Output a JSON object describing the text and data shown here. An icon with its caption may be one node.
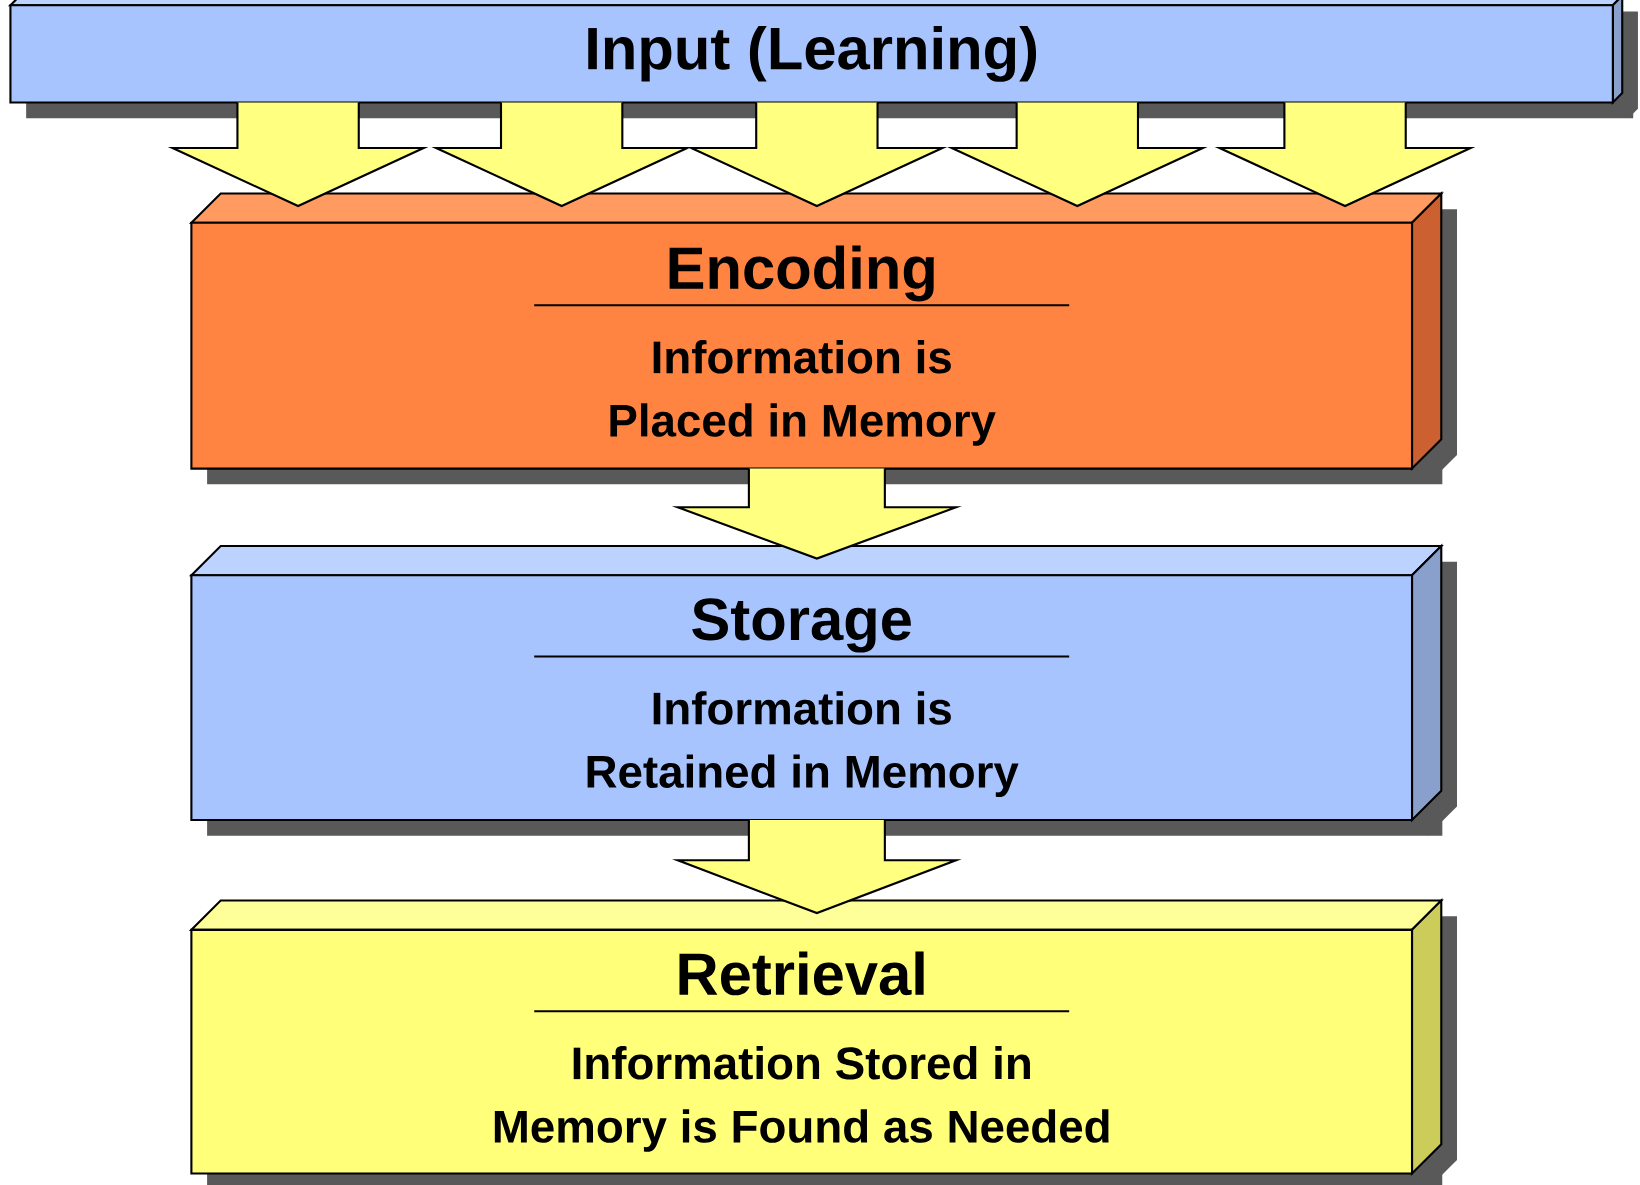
{
  "diagram": {
    "nodes": [
      {
        "text": [
          "Input (Learning)"
        ]
      },
      {
        "text": [
          "Encoding",
          "Information is Placed in Memory"
        ]
      },
      {
        "text": [
          "Storage",
          "Information is Retained in Memory"
        ]
      },
      {
        "text": [
          "Retrieval",
          "Information Stored in Memory is Found as Needed"
        ]
      }
    ],
    "edges": [
      {
        "from": 0,
        "to": 1,
        "arrow": "to"
      },
      {
        "from": 0,
        "to": 1,
        "arrow": "to"
      },
      {
        "from": 0,
        "to": 1,
        "arrow": "to"
      },
      {
        "from": 0,
        "to": 1,
        "arrow": "to"
      },
      {
        "from": 0,
        "to": 1,
        "arrow": "to"
      },
      {
        "from": 1,
        "to": 2,
        "arrow": "to"
      },
      {
        "from": 2,
        "to": 3,
        "arrow": "to"
      }
    ]
  }
}
